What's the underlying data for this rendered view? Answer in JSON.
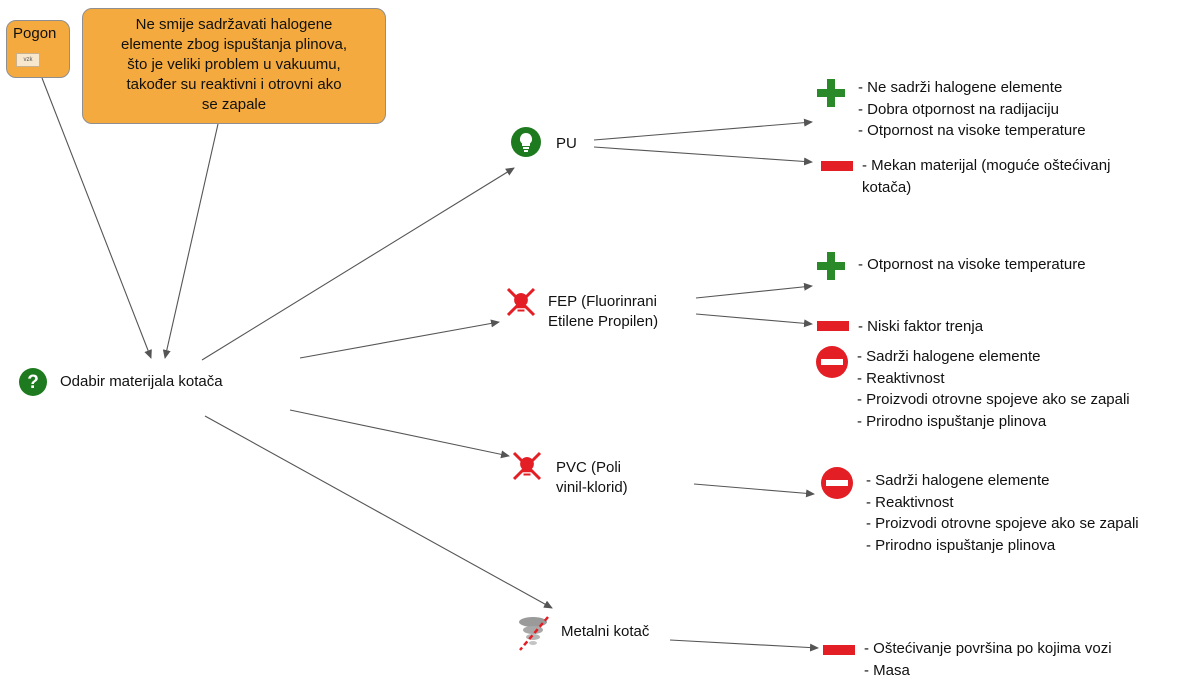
{
  "notes": {
    "pogon": {
      "title": "Pogon",
      "chip": "vzk"
    },
    "halogen": {
      "text": "Ne smije sadržavati halogene\nelemente zbog ispuštanja plinova,\nšto je veliki problem u vakuumu,\ntakođer su reaktivni i otrovni ako\nse zapale"
    }
  },
  "central": {
    "label": "Odabir materijala kotača",
    "icon": "question-icon",
    "color": "#1e7a1e"
  },
  "materials": [
    {
      "key": "pu",
      "label": "PU",
      "icon": "lightbulb-icon"
    },
    {
      "key": "fep",
      "label": "FEP (Fluorinrani\nEtilene Propilen)",
      "icon": "crossed-lightbulb-icon"
    },
    {
      "key": "pvc",
      "label": "PVC (Poli\nvinil-klorid)",
      "icon": "crossed-lightbulb-icon"
    },
    {
      "key": "metal",
      "label": "Metalni kotač",
      "icon": "crossed-tornado-icon"
    }
  ],
  "attributes": {
    "pu_pro": [
      "- Ne sadrži halogene elemente",
      "- Dobra otpornost na radijaciju",
      "- Otpornost na visoke temperature"
    ],
    "pu_con": [
      "- Mekan materijal (moguće oštećivanj",
      "kotača)"
    ],
    "fep_pro": [
      "- Otpornost na visoke temperature"
    ],
    "fep_con": [
      "- Niski faktor trenja"
    ],
    "fep_stop": [
      "- Sadrži halogene elemente",
      "- Reaktivnost",
      "- Proizvodi otrovne spojeve ako se zapali",
      "- Prirodno ispuštanje plinova"
    ],
    "pvc_stop": [
      "- Sadrži halogene elemente",
      "- Reaktivnost",
      "- Proizvodi otrovne spojeve ako se zapali",
      "- Prirodno ispuštanje plinova"
    ],
    "metal_con": [
      "- Oštećivanje površina po kojima vozi",
      "- Masa"
    ]
  },
  "colors": {
    "pro": "#2a8a2a",
    "con": "#e31e24",
    "stop": "#e31e24",
    "note": "#f4aa3e",
    "edge": "#555555",
    "bulb": "#1e7a1e"
  }
}
